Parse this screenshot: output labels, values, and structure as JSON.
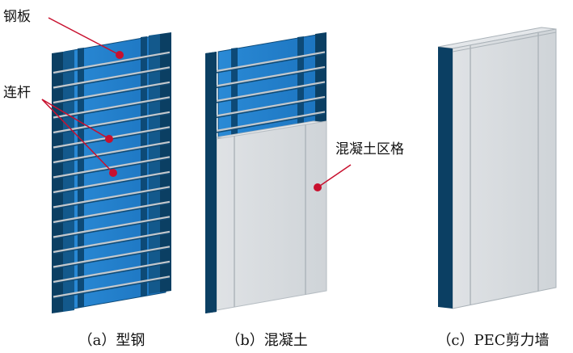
{
  "annotations": {
    "steel_plate": "钢板",
    "tie_bar": "连杆",
    "concrete_cell": "混凝土区格"
  },
  "captions": {
    "a": "（a）型钢",
    "b": "（b）混凝土",
    "c": "（c）PEC剪力墙"
  },
  "colors": {
    "plate_blue": "#1f7fcf",
    "flange_dark": "#0b3f63",
    "concrete": "#d6dadd",
    "concrete_edge": "#b5bcc2",
    "bar": "#c4c8cc",
    "marker_red": "#c8102e"
  },
  "tie_bar_count_a": 16,
  "tie_bar_count_b_visible": 5
}
